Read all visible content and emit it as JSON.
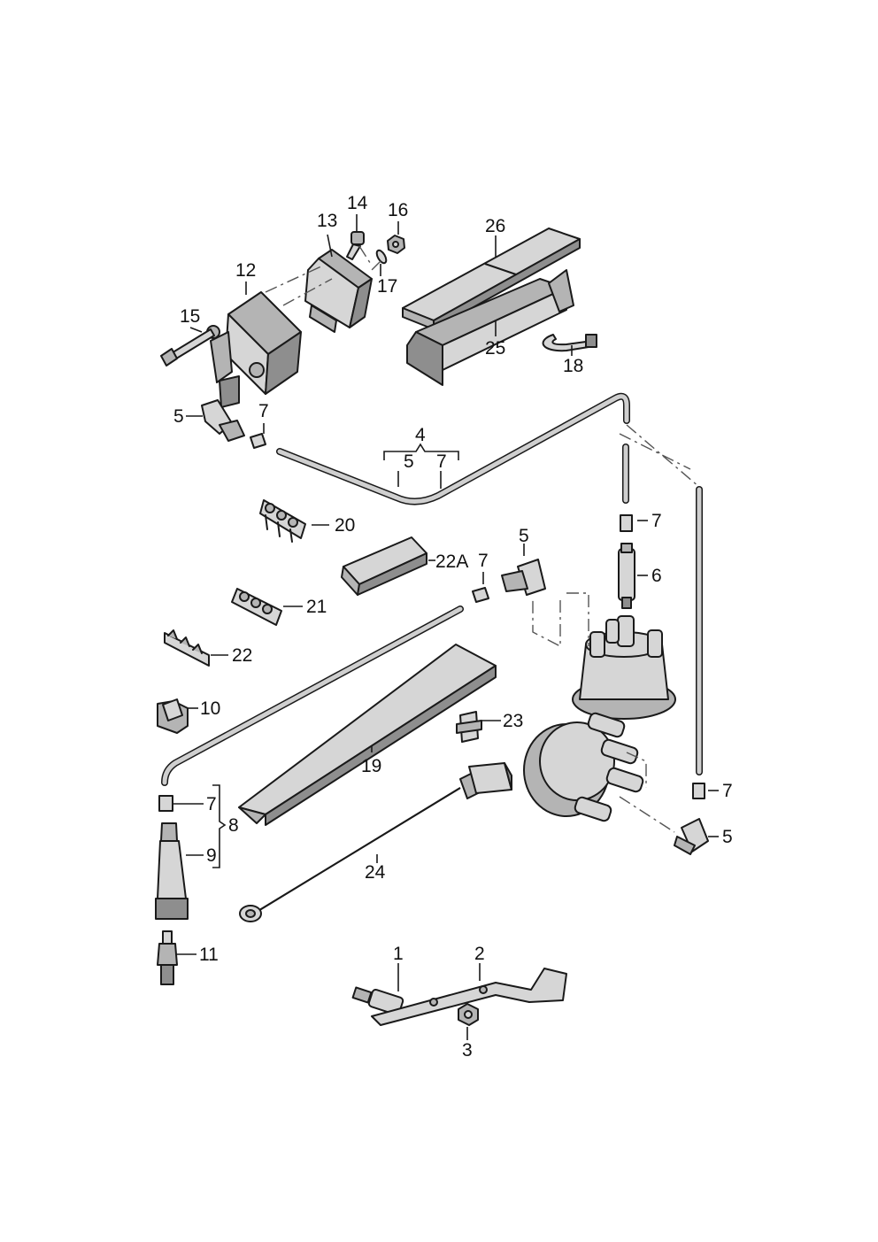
{
  "callouts": {
    "c1": "1",
    "c2": "2",
    "c3": "3",
    "c4": "4",
    "c4_sub5": "5",
    "c4_sub7": "7",
    "c5_coil": "5",
    "c5_mid": "5",
    "c5_right": "5",
    "c6": "6",
    "c7_coil": "7",
    "c7_dist": "7",
    "c7_mid": "7",
    "c7_left": "7",
    "c7_right": "7",
    "c8": "8",
    "c9": "9",
    "c10": "10",
    "c11": "11",
    "c12": "12",
    "c13": "13",
    "c14": "14",
    "c15": "15",
    "c16": "16",
    "c17": "17",
    "c18": "18",
    "c19": "19",
    "c20": "20",
    "c21": "21",
    "c22": "22",
    "c22a": "22A",
    "c23": "23",
    "c24": "24",
    "c25": "25",
    "c26": "26"
  }
}
